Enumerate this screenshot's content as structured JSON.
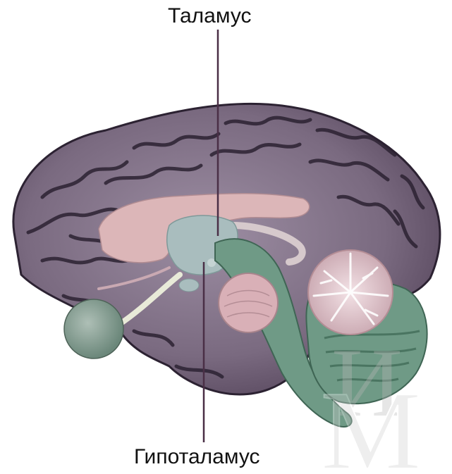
{
  "labels": {
    "thalamus": "Таламус",
    "hypothalamus": "Гипоталамус"
  },
  "watermark": {
    "letter_back": "И",
    "letter_front": "М"
  },
  "colors": {
    "cortex": "#7a6a80",
    "cortex_dark": "#2c2232",
    "corpus_callosum": "#dcb6b8",
    "thalamus": "#a9bdbe",
    "brainstem": "#6f9a86",
    "cerebellum_inner": "#e6cdd4",
    "optic": "#7f9a8d",
    "leader_line": "#4a2f46"
  }
}
